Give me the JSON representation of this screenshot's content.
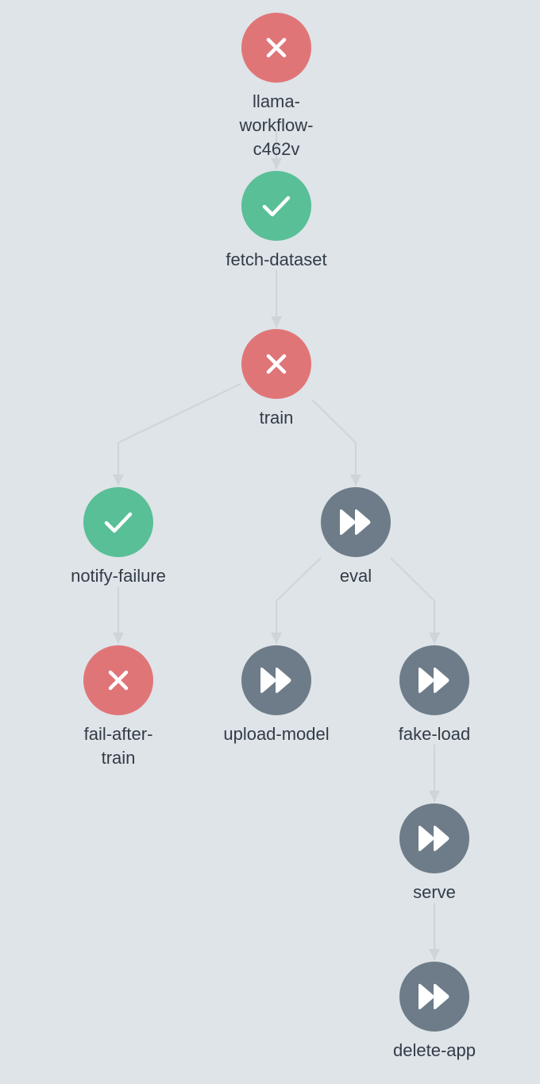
{
  "colors": {
    "background": "#dee4e8",
    "failed": "#e07578",
    "succeeded": "#58bf96",
    "skipped": "#6d7c88",
    "edge": "#cdd5db",
    "label": "#323c47"
  },
  "workflow": {
    "nodes": [
      {
        "id": "llama-workflow-c462v",
        "label": "llama-workflow-c462v",
        "status": "failed",
        "icon": "x-icon"
      },
      {
        "id": "fetch-dataset",
        "label": "fetch-dataset",
        "status": "succeeded",
        "icon": "check-icon"
      },
      {
        "id": "train",
        "label": "train",
        "status": "failed",
        "icon": "x-icon"
      },
      {
        "id": "notify-failure",
        "label": "notify-failure",
        "status": "succeeded",
        "icon": "check-icon"
      },
      {
        "id": "eval",
        "label": "eval",
        "status": "skipped",
        "icon": "fast-forward-icon"
      },
      {
        "id": "fail-after-train",
        "label": "fail-after-train",
        "status": "failed",
        "icon": "x-icon"
      },
      {
        "id": "upload-model",
        "label": "upload-model",
        "status": "skipped",
        "icon": "fast-forward-icon"
      },
      {
        "id": "fake-load",
        "label": "fake-load",
        "status": "skipped",
        "icon": "fast-forward-icon"
      },
      {
        "id": "serve",
        "label": "serve",
        "status": "skipped",
        "icon": "fast-forward-icon"
      },
      {
        "id": "delete-app",
        "label": "delete-app",
        "status": "skipped",
        "icon": "fast-forward-icon"
      }
    ],
    "edges": [
      [
        "llama-workflow-c462v",
        "fetch-dataset"
      ],
      [
        "fetch-dataset",
        "train"
      ],
      [
        "train",
        "notify-failure"
      ],
      [
        "train",
        "eval"
      ],
      [
        "notify-failure",
        "fail-after-train"
      ],
      [
        "eval",
        "upload-model"
      ],
      [
        "eval",
        "fake-load"
      ],
      [
        "fake-load",
        "serve"
      ],
      [
        "serve",
        "delete-app"
      ]
    ]
  }
}
